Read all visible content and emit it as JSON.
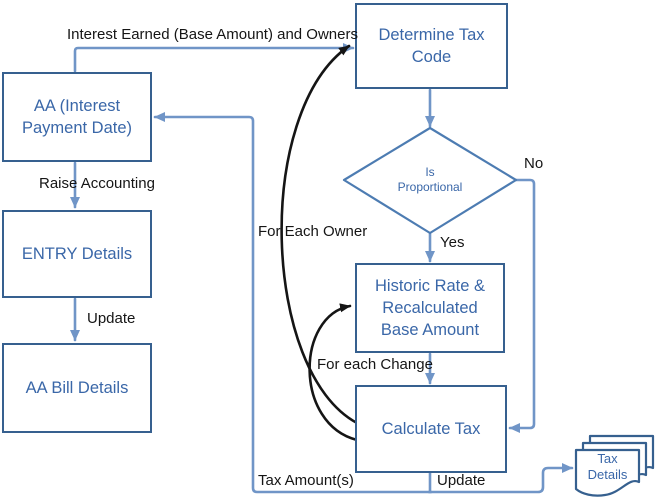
{
  "diagram": {
    "type": "flowchart",
    "colors": {
      "node_border": "#36608f",
      "node_text": "#3a67a8",
      "connector": "#7095c7",
      "decision_border": "#4d7cb2",
      "loop_arrow": "#151515",
      "label_text": "#151515",
      "background": "#ffffff"
    }
  },
  "nodes": {
    "determine_tax_code": {
      "lines": [
        "Determine Tax",
        "Code"
      ]
    },
    "aa_interest": {
      "lines": [
        "AA (Interest",
        "Payment Date)"
      ]
    },
    "entry_details": {
      "lines": [
        "ENTRY Details"
      ]
    },
    "aa_bill_details": {
      "lines": [
        "AA Bill Details"
      ]
    },
    "historic_rate": {
      "lines": [
        "Historic Rate &",
        "Recalculated",
        "Base Amount"
      ]
    },
    "calculate_tax": {
      "lines": [
        "Calculate Tax"
      ]
    },
    "is_proportional": {
      "lines": [
        "Is",
        "Proportional"
      ]
    },
    "tax_details": {
      "lines": [
        "Tax",
        "Details"
      ]
    }
  },
  "labels": {
    "interest_earned": "Interest Earned (Base Amount) and Owners",
    "raise_accounting": "Raise Accounting",
    "update_left": "Update",
    "for_each_owner": "For Each Owner",
    "for_each_change": "For each Change",
    "yes": "Yes",
    "no": "No",
    "tax_amounts": "Tax Amount(s)",
    "update_bottom": "Update"
  }
}
